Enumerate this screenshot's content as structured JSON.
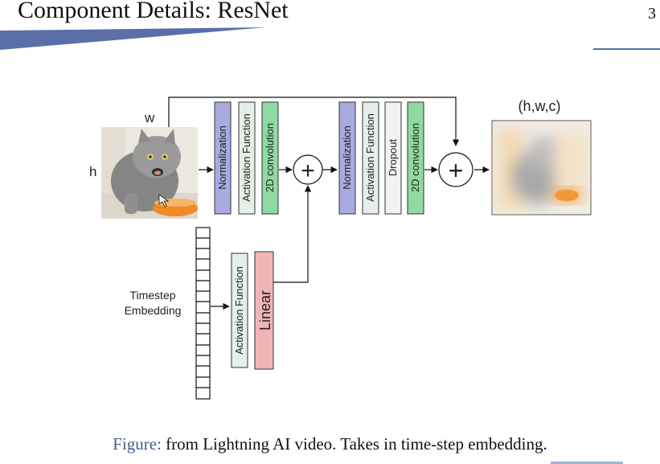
{
  "slide": {
    "title": "Component Details: ResNet",
    "page_number": "3"
  },
  "diagram": {
    "input_w_label": "w",
    "input_h_label": "h",
    "output_label": "(h,w,c)",
    "timestep_label_line1": "Timestep",
    "timestep_label_line2": "Embedding",
    "blocks": {
      "norm1": "Normalization",
      "act1": "Activation Function",
      "conv1": "2D convolution",
      "norm2": "Normalization",
      "act2": "Activation Function",
      "dropout": "Dropout",
      "conv2": "2D convolution",
      "act_emb": "Activation Function",
      "linear": "Linear"
    },
    "add_symbol": "+",
    "colors": {
      "normalization": "#a9aadf",
      "activation": "#e5efe8",
      "convolution": "#8fdaa0",
      "dropout": "#f2f2f2",
      "linear": "#f2b5b5",
      "cat_bowl": "#f08a24"
    }
  },
  "caption": {
    "label": "Figure:",
    "text": " from Lightning AI video. Takes in time-step embedding."
  }
}
